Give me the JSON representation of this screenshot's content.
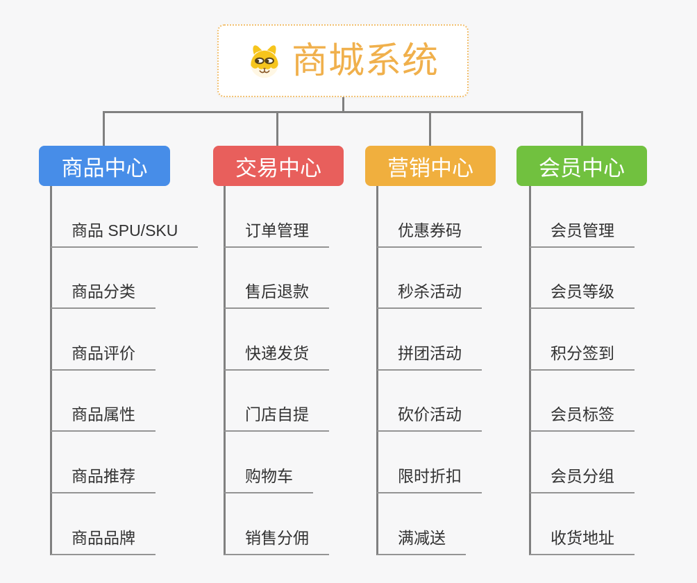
{
  "colors": {
    "background": "#f7f7f8",
    "connector": "#808080",
    "underline": "#949494",
    "child_text": "#323232",
    "branch_text": "#ffffff",
    "root_text": "#f0b04c",
    "root_border": "#f2c070",
    "root_bg": "#ffffff"
  },
  "root": {
    "title": "商城系统",
    "icon": "shiba-dog-icon"
  },
  "branches": [
    {
      "label": "商品中心",
      "color": "#478de8",
      "children": [
        "商品 SPU/SKU",
        "商品分类",
        "商品评价",
        "商品属性",
        "商品推荐",
        "商品品牌"
      ]
    },
    {
      "label": "交易中心",
      "color": "#e85f5c",
      "children": [
        "订单管理",
        "售后退款",
        "快递发货",
        "门店自提",
        "购物车",
        "销售分佣"
      ]
    },
    {
      "label": "营销中心",
      "color": "#f0af3e",
      "children": [
        "优惠券码",
        "秒杀活动",
        "拼团活动",
        "砍价活动",
        "限时折扣",
        "满减送"
      ]
    },
    {
      "label": "会员中心",
      "color": "#71c13f",
      "children": [
        "会员管理",
        "会员等级",
        "积分签到",
        "会员标签",
        "会员分组",
        "收货地址"
      ]
    }
  ]
}
